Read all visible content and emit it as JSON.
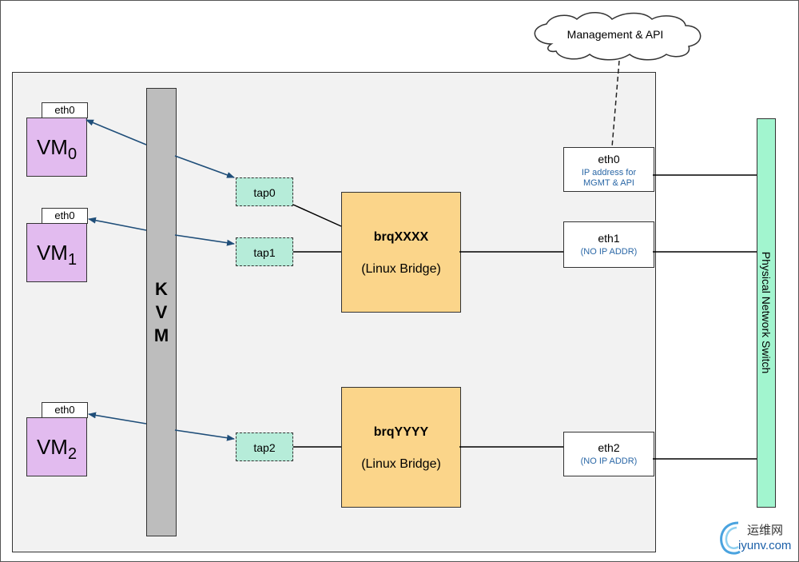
{
  "cloud": {
    "label": "Management & API"
  },
  "kvm": {
    "label": "K V M"
  },
  "vms": [
    {
      "name": "VM",
      "index": "0",
      "eth": "eth0"
    },
    {
      "name": "VM",
      "index": "1",
      "eth": "eth0"
    },
    {
      "name": "VM",
      "index": "2",
      "eth": "eth0"
    }
  ],
  "taps": [
    "tap0",
    "tap1",
    "tap2"
  ],
  "bridges": [
    {
      "name": "brqXXXX",
      "sub": "(Linux Bridge)"
    },
    {
      "name": "brqYYYY",
      "sub": "(Linux Bridge)"
    }
  ],
  "nics": [
    {
      "name": "eth0",
      "desc_line1": "IP address for",
      "desc_line2": "MGMT & API"
    },
    {
      "name": "eth1",
      "desc_line1": "(NO IP ADDR)"
    },
    {
      "name": "eth2",
      "desc_line1": "(NO IP ADDR)"
    }
  ],
  "switch": {
    "label": "Physical Network Switch"
  },
  "watermark": {
    "cn": "运维网",
    "en": "iyunv.com"
  },
  "colors": {
    "vm": "#e2bbef",
    "kvm": "#bdbdbd",
    "tap": "#b6ecd9",
    "bridge": "#fbd58a",
    "switch": "#a2f5cf",
    "arrow": "#1f4e79",
    "nic_desc": "#2a67a6"
  }
}
